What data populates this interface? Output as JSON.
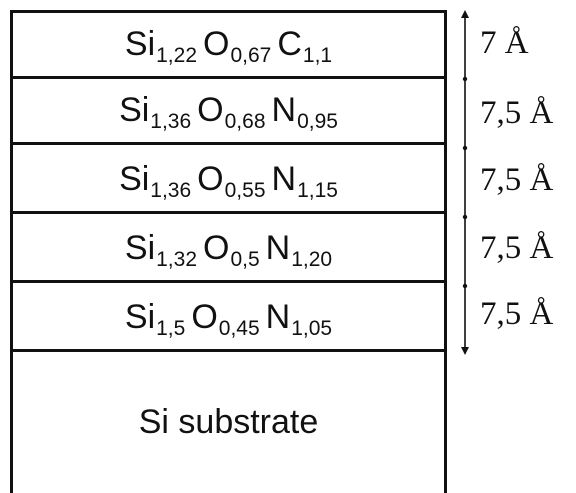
{
  "layers": [
    {
      "parts": [
        {
          "el": "Si",
          "sub": "1,22"
        },
        {
          "el": "O",
          "sub": "0,67"
        },
        {
          "el": "C",
          "sub": "1,1"
        }
      ],
      "thickness": "7 Å"
    },
    {
      "parts": [
        {
          "el": "Si",
          "sub": "1,36"
        },
        {
          "el": "O",
          "sub": "0,68"
        },
        {
          "el": "N",
          "sub": "0,95"
        }
      ],
      "thickness": "7,5 Å"
    },
    {
      "parts": [
        {
          "el": "Si",
          "sub": "1,36"
        },
        {
          "el": "O",
          "sub": "0,55"
        },
        {
          "el": "N",
          "sub": "1,15"
        }
      ],
      "thickness": "7,5 Å"
    },
    {
      "parts": [
        {
          "el": "Si",
          "sub": "1,32"
        },
        {
          "el": "O",
          "sub": "0,5"
        },
        {
          "el": "N",
          "sub": "1,20"
        }
      ],
      "thickness": "7,5 Å"
    },
    {
      "parts": [
        {
          "el": "Si",
          "sub": "1,5"
        },
        {
          "el": "O",
          "sub": "0,45"
        },
        {
          "el": "N",
          "sub": "1,05"
        }
      ],
      "thickness": "7,5 Å"
    }
  ],
  "substrate": {
    "label": "Si substrate"
  },
  "colors": {
    "line": "#111111",
    "background": "#ffffff"
  }
}
